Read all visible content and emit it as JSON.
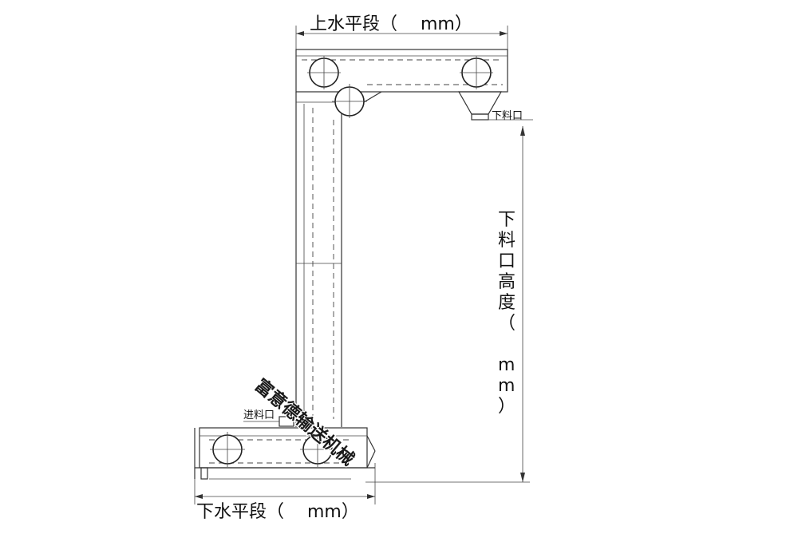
{
  "labels": {
    "upper_horizontal": "上水平段（　 mm）",
    "lower_horizontal": "下水平段（　 mm）",
    "outlet": "下料口",
    "inlet": "进料口",
    "outlet_height_chars": [
      "下",
      "料",
      "口",
      "高",
      "度",
      "（",
      "",
      "m",
      "m",
      "）"
    ]
  },
  "watermark": "富意德输送机械"
}
